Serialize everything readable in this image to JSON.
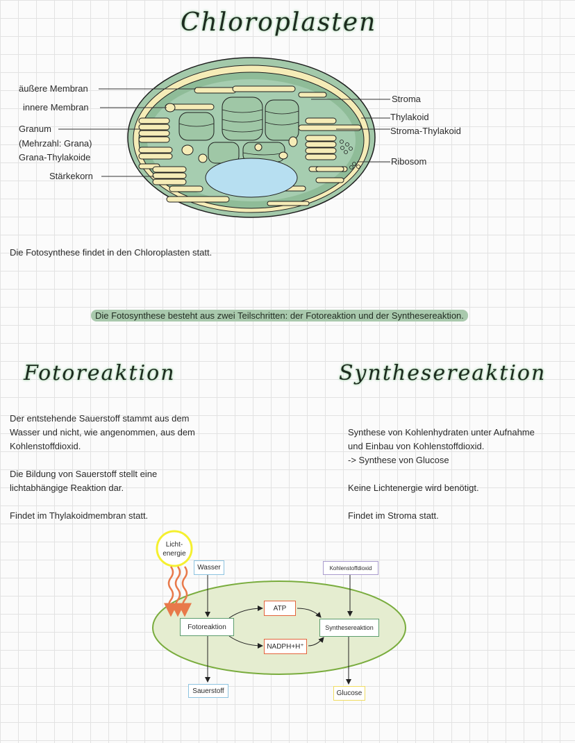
{
  "titles": {
    "main": "Chloroplasten",
    "left": "Fotoreaktion",
    "right": "Synthesereaktion"
  },
  "labels": {
    "outer_membrane": "äußere Membran",
    "inner_membrane": "innere Membran",
    "granum": "Granum",
    "granum_plural": "(Mehrzahl: Grana)",
    "grana_thylakoid": "Grana-Thylakoide",
    "starch": "Stärkekorn",
    "stroma": "Stroma",
    "thylakoid": "Thylakoid",
    "stroma_thylakoid": "Stroma-Thylakoid",
    "ribosome": "Ribosom"
  },
  "intro": "Die Fotosynthese findet in den Chloroplasten statt.",
  "highlight": "Die Fotosynthese besteht aus zwei Teilschritten: der Fotoreaktion und der Synthesereaktion.",
  "left_text": {
    "p1_l1": "Der entstehende Sauerstoff stammt aus dem",
    "p1_l2": "Wasser und nicht, wie angenommen, aus dem",
    "p1_l3": "Kohlenstoffdioxid.",
    "p2_l1": "Die Bildung von Sauerstoff stellt eine",
    "p2_l2": "lichtabhängige Reaktion dar.",
    "p3_l1": "Findet im Thylakoidmembran statt."
  },
  "right_text": {
    "p1_l1": "Synthese von Kohlenhydraten unter Aufnahme",
    "p1_l2": "und Einbau von Kohlenstoffdioxid.",
    "p1_l3": "-> Synthese von Glucose",
    "p2_l1": "Keine Lichtenergie wird benötigt.",
    "p3_l1": "Findet im Stroma statt."
  },
  "diagram": {
    "light_l1": "Licht-",
    "light_l2": "energie",
    "water": "Wasser",
    "co2": "Kohlenstoffdioxid",
    "photoreaction": "Fotoreaktion",
    "atp": "ATP",
    "nadph": "NADPH+H⁺",
    "synthesis": "Synthesereaktion",
    "oxygen": "Sauerstoff",
    "glucose": "Glucose"
  },
  "colors": {
    "chloroplast_fill": "#a3c9aa",
    "stroma_fill": "#8fbc98",
    "thylakoid_fill": "#f5ecb7",
    "starch_fill": "#b7dff1",
    "highlight_bg": "#a9c9ad",
    "ellipse_fill": "#e5edd0",
    "ellipse_stroke": "#79ac3d",
    "light_yellow": "#f5f030",
    "arrow_orange": "#e8794a",
    "box_blue": "#8cc3e0",
    "box_red": "#e3633a",
    "box_green": "#5c9c6d",
    "box_purple": "#a99bcd",
    "box_yellow": "#f0dc60"
  }
}
